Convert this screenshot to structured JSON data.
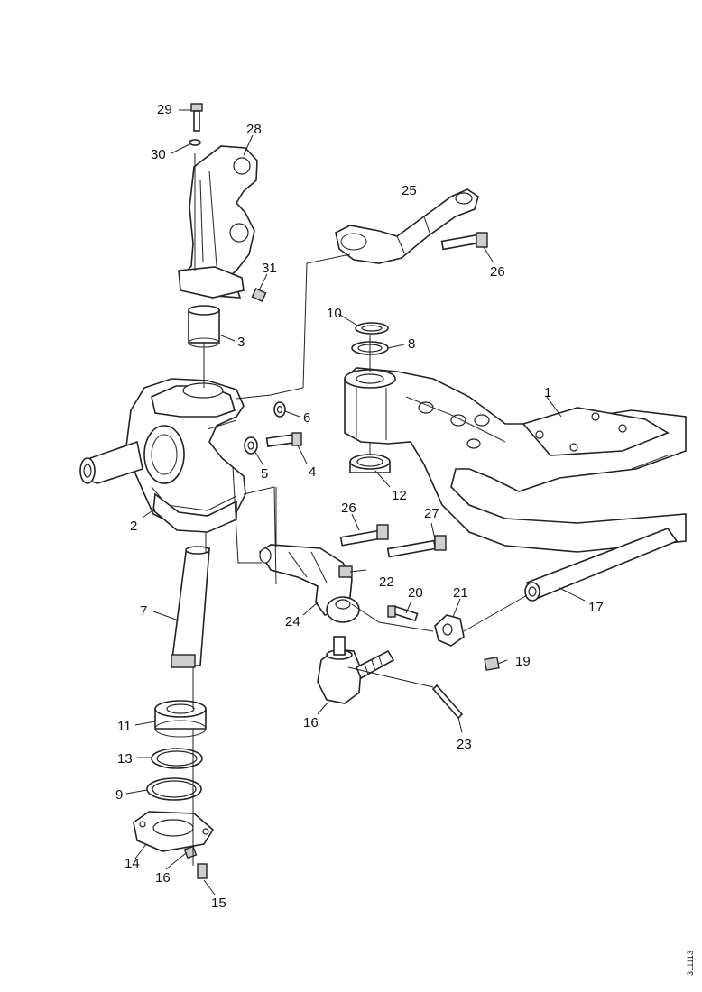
{
  "callouts": {
    "c1": "1",
    "c2": "2",
    "c3": "3",
    "c4": "4",
    "c5": "5",
    "c6": "6",
    "c7": "7",
    "c8": "8",
    "c9": "9",
    "c10": "10",
    "c11": "11",
    "c12": "12",
    "c13": "13",
    "c14": "14",
    "c15": "15",
    "c16a": "16",
    "c16b": "16",
    "c17": "17",
    "c19": "19",
    "c20": "20",
    "c21": "21",
    "c22": "22",
    "c23": "23",
    "c24": "24",
    "c25": "25",
    "c26a": "26",
    "c26b": "26",
    "c27": "27",
    "c28": "28",
    "c29": "29",
    "c30": "30",
    "c31": "31"
  },
  "document_ref": "311113"
}
